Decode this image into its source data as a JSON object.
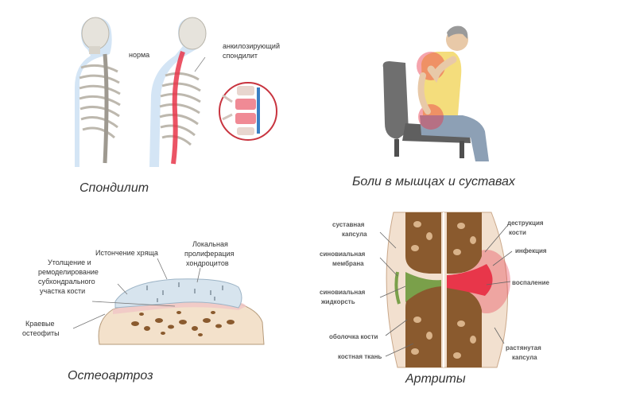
{
  "panels": {
    "spondylitis": {
      "caption": "Спондилит",
      "label_norm": "норма",
      "label_ankylosing_line1": "анкилозирующий",
      "label_ankylosing_line2": "спондилит"
    },
    "pain": {
      "caption": "Боли в мышцах и суставах"
    },
    "osteoarthrosis": {
      "caption": "Остеоартроз",
      "label_thinning": "Истончение хряща",
      "label_local_line1": "Локальная",
      "label_local_line2": "пролиферация",
      "label_local_line3": "хондроцитов",
      "label_thick_line1": "Утолщение и",
      "label_thick_line2": "ремоделирование",
      "label_thick_line3": "субхондрального",
      "label_thick_line4": "участка кости",
      "label_marginal_line1": "Краевые",
      "label_marginal_line2": "остеофиты"
    },
    "arthritis": {
      "caption": "Артриты",
      "label_capsule_line1": "суставная",
      "label_capsule_line2": "капсула",
      "label_synovial_line1": "синовиальная",
      "label_synovial_line2": "мембрана",
      "label_fluid_line1": "синовиальная",
      "label_fluid_line2": "жидкорсть",
      "label_periosteum": "оболочка кости",
      "label_bone": "костная ткань",
      "label_destruction_line1": "деструкция",
      "label_destruction_line2": "кости",
      "label_infection": "инфекция",
      "label_inflammation": "воспаление",
      "label_stretched_line1": "растянутая",
      "label_stretched_line2": "капсула"
    }
  },
  "colors": {
    "bone_light": "#e6e3dc",
    "bone_brown": "#8a5a2e",
    "inflammation_red": "#e8364a",
    "synovial_green": "#7aa04a",
    "cartilage_blue": "#d7e4ee",
    "body_blue": "#c9dff2"
  }
}
